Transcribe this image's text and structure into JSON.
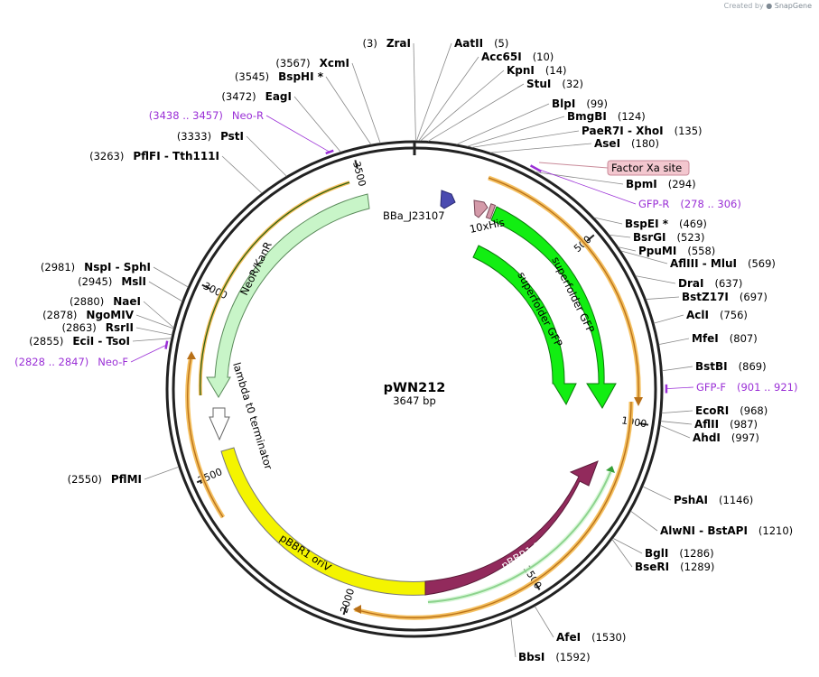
{
  "credit": {
    "prefix": "Created by",
    "brand": "SnapGene"
  },
  "plasmid": {
    "name": "pWN212",
    "size_label": "3647 bp",
    "length": 3647
  },
  "colors": {
    "primer": "#9a2fd6",
    "orf_outline": "#f0a030",
    "orf_line": "#c07818",
    "green_feature": "#12ee12",
    "neo_feature": "#c8f5c8",
    "gray_arrow": "#8a8a8a",
    "yellow_feature": "#f4f400",
    "rep_feature": "#922a5c",
    "promoter": "#4a4ab0",
    "his_tag": "#d49aa9",
    "factor_xa_fill": "#f3c7cf",
    "factor_xa_border": "#c98a99",
    "cds_line": "#36a038"
  },
  "ticks": [
    {
      "pos": 500,
      "label": "500"
    },
    {
      "pos": 1000,
      "label": "1000"
    },
    {
      "pos": 1500,
      "label": "1500"
    },
    {
      "pos": 2000,
      "label": "2000"
    },
    {
      "pos": 2500,
      "label": "2500"
    },
    {
      "pos": 3000,
      "label": "3000"
    },
    {
      "pos": 3500,
      "label": "3500"
    }
  ],
  "sites": [
    {
      "name": "ZraI",
      "pos_label": "(3)",
      "pos": 3,
      "side": "left"
    },
    {
      "name": "XcmI",
      "pos_label": "(3567)",
      "pos": 3567,
      "side": "left"
    },
    {
      "name": "BspHI *",
      "pos_label": "(3545)",
      "pos": 3545,
      "side": "left"
    },
    {
      "name": "EagI",
      "pos_label": "(3472)",
      "pos": 3472,
      "side": "left"
    },
    {
      "name": "PstI",
      "pos_label": "(3333)",
      "pos": 3333,
      "side": "left"
    },
    {
      "name": "PflFI  -  Tth111I",
      "pos_label": "(3263)",
      "pos": 3263,
      "side": "left"
    },
    {
      "name": "NspI  -  SphI",
      "pos_label": "(2981)",
      "pos": 2981,
      "side": "left"
    },
    {
      "name": "MslI",
      "pos_label": "(2945)",
      "pos": 2945,
      "side": "left"
    },
    {
      "name": "NaeI",
      "pos_label": "(2880)",
      "pos": 2880,
      "side": "left"
    },
    {
      "name": "NgoMIV",
      "pos_label": "(2878)",
      "pos": 2878,
      "side": "left"
    },
    {
      "name": "RsrII",
      "pos_label": "(2863)",
      "pos": 2863,
      "side": "left"
    },
    {
      "name": "EciI  -  TsoI",
      "pos_label": "(2855)",
      "pos": 2855,
      "side": "left"
    },
    {
      "name": "PflMI",
      "pos_label": "(2550)",
      "pos": 2550,
      "side": "left"
    },
    {
      "name": "AatII",
      "pos_label": "(5)",
      "pos": 5,
      "side": "right"
    },
    {
      "name": "Acc65I",
      "pos_label": "(10)",
      "pos": 10,
      "side": "right"
    },
    {
      "name": "KpnI",
      "pos_label": "(14)",
      "pos": 14,
      "side": "right"
    },
    {
      "name": "StuI",
      "pos_label": "(32)",
      "pos": 32,
      "side": "right"
    },
    {
      "name": "BlpI",
      "pos_label": "(99)",
      "pos": 99,
      "side": "right"
    },
    {
      "name": "BmgBI",
      "pos_label": "(124)",
      "pos": 124,
      "side": "right"
    },
    {
      "name": "PaeR7I  -  XhoI",
      "pos_label": "(135)",
      "pos": 135,
      "side": "right"
    },
    {
      "name": "AseI",
      "pos_label": "(180)",
      "pos": 180,
      "side": "right"
    },
    {
      "name": "BpmI",
      "pos_label": "(294)",
      "pos": 294,
      "side": "right"
    },
    {
      "name": "BspEI *",
      "pos_label": "(469)",
      "pos": 469,
      "side": "right"
    },
    {
      "name": "BsrGI",
      "pos_label": "(523)",
      "pos": 523,
      "side": "right"
    },
    {
      "name": "PpuMI",
      "pos_label": "(558)",
      "pos": 558,
      "side": "right"
    },
    {
      "name": "AflIII  -  MluI",
      "pos_label": "(569)",
      "pos": 569,
      "side": "right"
    },
    {
      "name": "DraI",
      "pos_label": "(637)",
      "pos": 637,
      "side": "right"
    },
    {
      "name": "BstZ17I",
      "pos_label": "(697)",
      "pos": 697,
      "side": "right"
    },
    {
      "name": "AclI",
      "pos_label": "(756)",
      "pos": 756,
      "side": "right"
    },
    {
      "name": "MfeI",
      "pos_label": "(807)",
      "pos": 807,
      "side": "right"
    },
    {
      "name": "BstBI",
      "pos_label": "(869)",
      "pos": 869,
      "side": "right"
    },
    {
      "name": "EcoRI",
      "pos_label": "(968)",
      "pos": 968,
      "side": "right"
    },
    {
      "name": "AflII",
      "pos_label": "(987)",
      "pos": 987,
      "side": "right"
    },
    {
      "name": "AhdI",
      "pos_label": "(997)",
      "pos": 997,
      "side": "right"
    },
    {
      "name": "PshAI",
      "pos_label": "(1146)",
      "pos": 1146,
      "side": "right"
    },
    {
      "name": "AlwNI  -  BstAPI",
      "pos_label": "(1210)",
      "pos": 1210,
      "side": "right"
    },
    {
      "name": "BglI",
      "pos_label": "(1286)",
      "pos": 1286,
      "side": "right"
    },
    {
      "name": "BseRI",
      "pos_label": "(1289)",
      "pos": 1289,
      "side": "right"
    },
    {
      "name": "AfeI",
      "pos_label": "(1530)",
      "pos": 1530,
      "side": "right"
    },
    {
      "name": "BbsI",
      "pos_label": "(1592)",
      "pos": 1592,
      "side": "right"
    }
  ],
  "primers": [
    {
      "name": "Neo-R",
      "range_label": "(3438 .. 3457)",
      "start": 3438,
      "end": 3457,
      "side": "left"
    },
    {
      "name": "Neo-F",
      "range_label": "(2828 .. 2847)",
      "start": 2828,
      "end": 2847,
      "side": "left"
    },
    {
      "name": "GFP-R",
      "range_label": "(278 .. 306)",
      "start": 278,
      "end": 306,
      "side": "right"
    },
    {
      "name": "GFP-F",
      "range_label": "(901 .. 921)",
      "start": 901,
      "end": 921,
      "side": "right"
    }
  ],
  "features": {
    "factor_xa": {
      "label": "Factor Xa site",
      "pos": 198
    },
    "promoter": {
      "label": "BBa_J23107"
    },
    "his_tag": {
      "label": "10xHis"
    },
    "sfgfp_outer": {
      "label": "superfolder GFP"
    },
    "sfgfp_inner": {
      "label": "superfolder GFP"
    },
    "neo": {
      "label": "NeoR/KanR"
    },
    "terminator": {
      "label": "lambda t0 terminator"
    },
    "oriv": {
      "label": "pBBR1 oriV"
    },
    "rep": {
      "label": "pBBR1 Rep"
    }
  }
}
